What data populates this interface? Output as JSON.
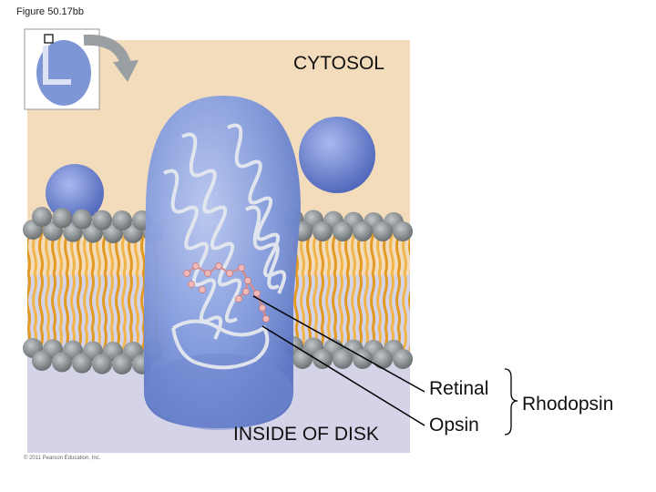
{
  "figure_label": "Figure 50.17bb",
  "labels": {
    "cytosol": "CYTOSOL",
    "inside_of_disk": "INSIDE OF DISK",
    "retinal": "Retinal",
    "opsin": "Opsin",
    "rhodopsin": "Rhodopsin"
  },
  "copyright": "© 2011 Pearson Education, Inc.",
  "colors": {
    "cytosol_bg": "#f3dcbc",
    "disk_bg": "#d4d3e8",
    "lipid_head": "#8c9193",
    "lipid_tail": "#eeaa38",
    "protein": "#7f96d8",
    "helix": "#dfe3ea",
    "retinal_atoms": "#f0b9b9"
  },
  "icons": [
    "thumbnail-icon",
    "arrow-icon"
  ]
}
